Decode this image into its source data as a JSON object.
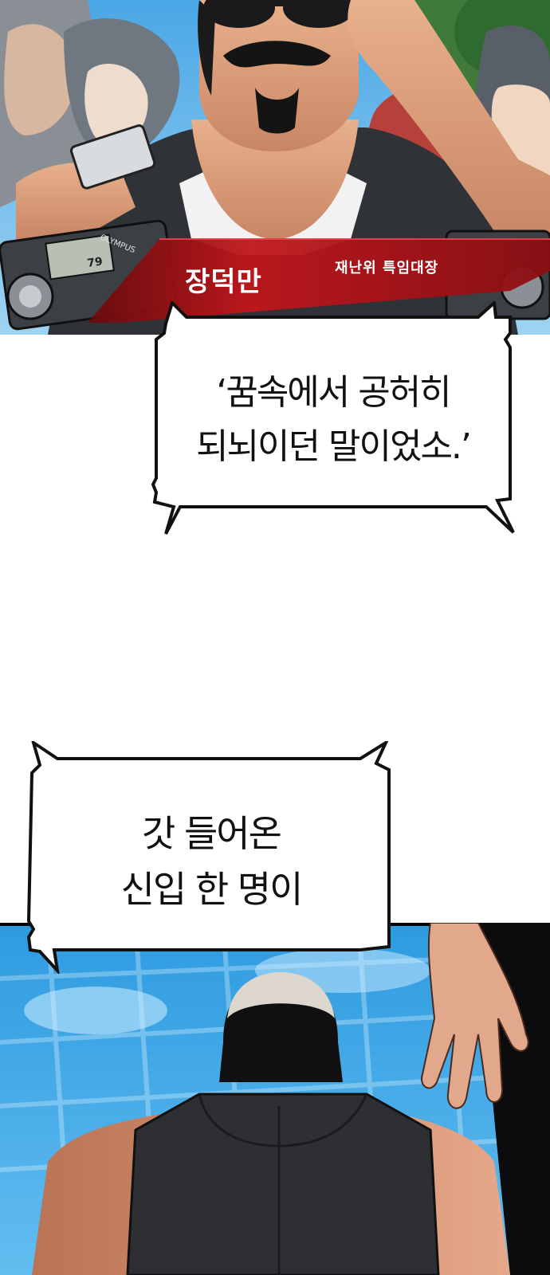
{
  "panel_top": {
    "nameplate": {
      "name": "장덕만",
      "title": "재난위 특임대장"
    },
    "device_label": "OLYMPUS",
    "device_readout": "79"
  },
  "bubble_1": {
    "line_1": "‘꿈속에서 공허히",
    "line_2": "되뇌이던 말이었소.’"
  },
  "bubble_2": {
    "line_1": "갓 들어온",
    "line_2": "신입 한 명이"
  },
  "colors": {
    "nameplate_red": "#b01418",
    "sky_blue": "#3aa8e8",
    "outline": "#111111"
  }
}
